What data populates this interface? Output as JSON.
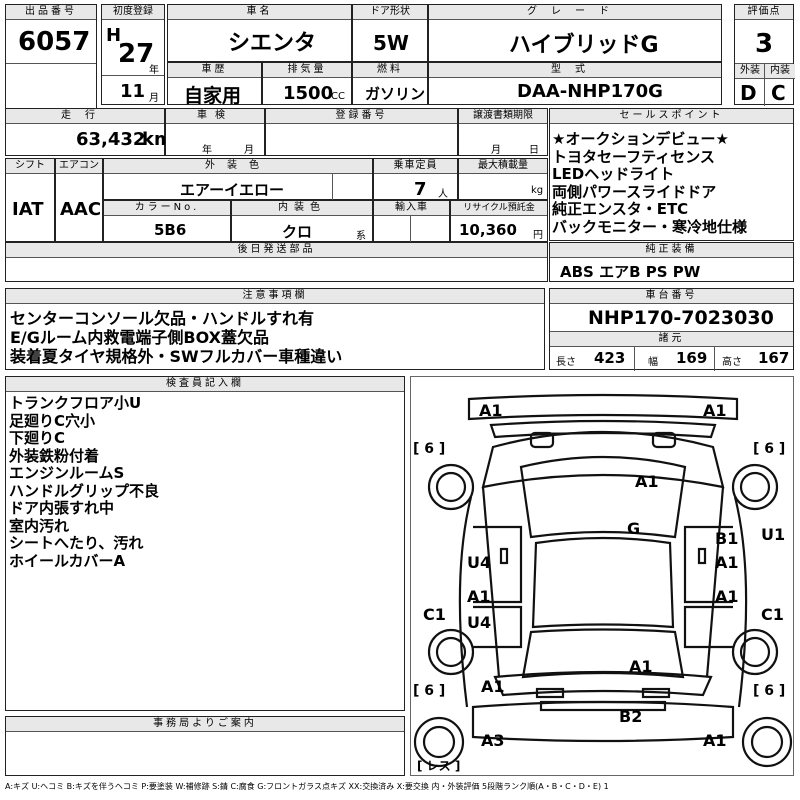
{
  "labels": {
    "lot": "出品番号",
    "first_reg": "初度登録",
    "car_name": "車名",
    "door": "ドア形状",
    "grade": "グレード",
    "score": "評価点",
    "history": "車歴",
    "displacement": "排気量",
    "fuel": "燃料",
    "model_code": "型式",
    "exterior": "外装",
    "interior": "内装",
    "mileage": "走行",
    "inspection": "車検",
    "reg_no": "登録番号",
    "transfer_deadline": "譲渡書類期限",
    "sales_points": "セールスポイント",
    "shift": "シフト",
    "aircon": "エアコン",
    "ext_color": "外装色",
    "capacity": "乗車定員",
    "max_load": "最大積載量",
    "color_no": "カラーNo.",
    "int_color": "内装色",
    "import": "輸入車",
    "recycle": "リサイクル預託金",
    "later_parts": "後日発送部品",
    "equipment": "純正装備",
    "notes": "注意事項欄",
    "chassis_no": "車台番号",
    "dimensions": "諸元",
    "inspector": "検査員記入欄",
    "office": "事務局よりご案内",
    "year_unit": "年",
    "month_unit": "月",
    "cc": "CC",
    "km": "km",
    "day_unit": "日",
    "person_unit": "人",
    "kg": "kg",
    "series_unit": "系",
    "yen": "円",
    "length": "長さ",
    "width": "幅",
    "height": "高さ"
  },
  "values": {
    "lot": "6057",
    "era": "H",
    "year": "27",
    "month": "11",
    "car_name": "シエンタ",
    "door": "5W",
    "grade": "ハイブリッドG",
    "score": "3",
    "history": "自家用",
    "displacement": "1500",
    "fuel": "ガソリン",
    "model_code": "DAA-NHP170G",
    "exterior": "D",
    "interior": "C",
    "mileage": "63,432",
    "shift": "IAT",
    "aircon": "AAC",
    "ext_color": "エアーイエロー",
    "capacity": "7",
    "color_no": "5B6",
    "int_color": "クロ",
    "recycle": "10,360",
    "equipment": "ABS エアB PS PW",
    "chassis_no": "NHP170-7023030",
    "length": "423",
    "width": "169",
    "height": "167"
  },
  "sales_points": [
    "★オークションデビュー★",
    "トヨタセーフティセンス",
    "LEDヘッドライト",
    "両側パワースライドドア",
    "純正エンスタ・ETC",
    "バックモニター・寒冷地仕様"
  ],
  "notes": [
    "センターコンソール欠品・ハンドルすれ有",
    "E/Gルーム内救電端子側BOX蓋欠品",
    "装着夏タイヤ規格外・SWフルカバー車種違い"
  ],
  "inspector_notes": [
    "トランクフロア小U",
    "足廻りC穴小",
    "下廻りC",
    "外装鉄粉付着",
    "エンジンルームS",
    "ハンドルグリップ不良",
    "ドア内張すれ中",
    "室内汚れ",
    "シートへたり、汚れ",
    "ホイールカバーA"
  ],
  "diagram": {
    "marks": [
      "A1",
      "A1",
      "A1",
      "G",
      "B1",
      "U1",
      "U4",
      "A1",
      "A1",
      "A1",
      "C1",
      "U4",
      "C1",
      "A1",
      "A1",
      "B2",
      "A3",
      "A1"
    ],
    "tires": [
      "[ 6 ]",
      "[ 6 ]",
      "[ 6 ]",
      "[ 6 ]"
    ],
    "spare": "[ レス ]"
  },
  "legend": "A:キズ U:ヘコミ B:キズを伴うヘコミ P:要塗装 W:補修跡 S:錆 C:腐食 G:フロントガラス点キズ XX:交換済み X:要交換 内・外装評価 5段階ランク順(A・B・C・D・E) 1"
}
